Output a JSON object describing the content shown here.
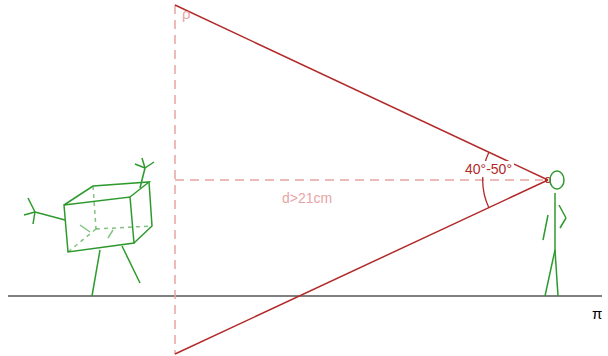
{
  "diagram": {
    "labels": [
      "ρ",
      "d>21cm",
      "40°-50°",
      "π"
    ]
  }
}
